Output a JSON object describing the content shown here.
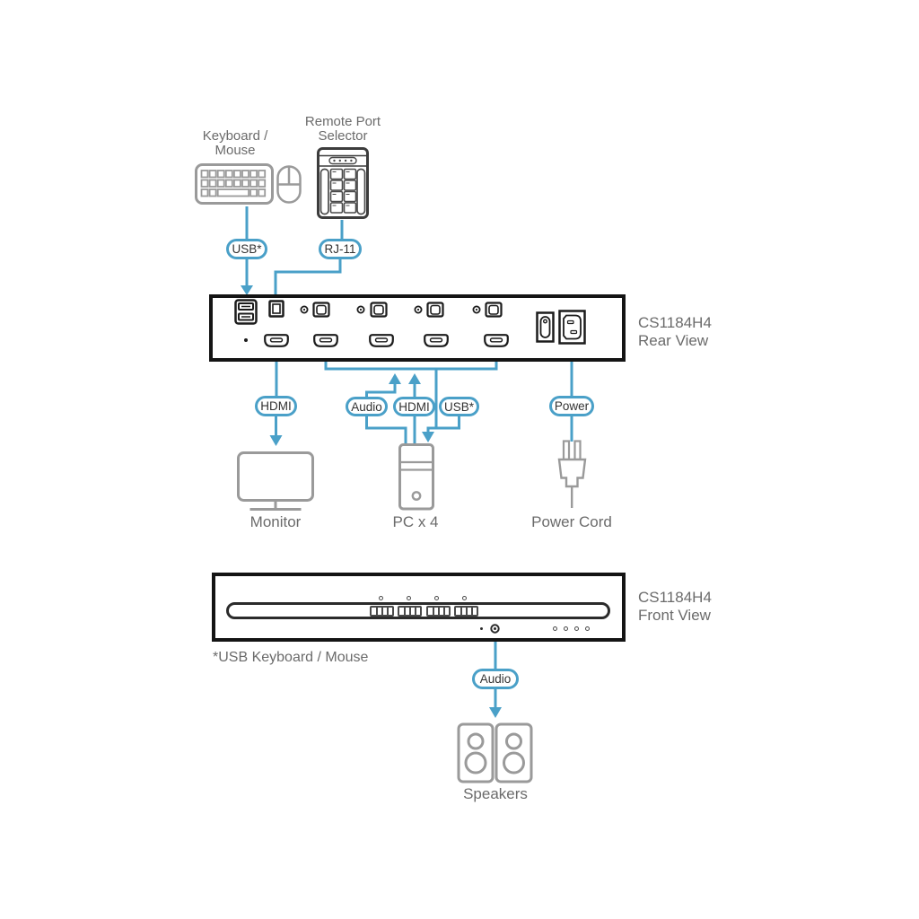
{
  "colors": {
    "accent_blue": "#4AA0C8",
    "panel_border": "#141414",
    "icon_gray": "#9A9A9A",
    "text_gray": "#6B6B6B",
    "pill_text": "#333333"
  },
  "rear_section": {
    "model": "CS1184H4",
    "view": "Rear View"
  },
  "front_section": {
    "model": "CS1184H4",
    "view": "Front View"
  },
  "devices": {
    "keyboard_mouse": {
      "line1": "Keyboard /",
      "line2": "Mouse"
    },
    "remote_port_selector": {
      "line1": "Remote Port",
      "line2": "Selector"
    },
    "monitor": "Monitor",
    "pc": "PC x 4",
    "power_cord": "Power Cord",
    "speakers": "Speakers"
  },
  "cable_labels": {
    "usb_keyboard": "USB*",
    "rj11": "RJ-11",
    "hdmi_monitor": "HDMI",
    "audio_pc": "Audio",
    "hdmi_pc": "HDMI",
    "usb_pc": "USB*",
    "power": "Power",
    "audio_speakers": "Audio"
  },
  "footnote": "*USB Keyboard / Mouse"
}
